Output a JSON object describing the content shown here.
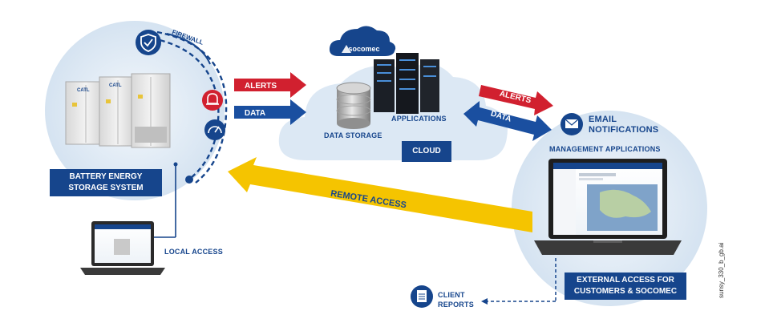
{
  "diagram": {
    "firewall_label": "FIREWALL",
    "brand": "socomec",
    "arrow_alerts_left": "ALERTS",
    "arrow_data_left": "DATA",
    "arrow_alerts_right": "ALERTS",
    "arrow_data_right": "DATA",
    "data_storage_label": "DATA STORAGE",
    "applications_label": "APPLICATIONS",
    "cloud_label": "CLOUD",
    "bess_label_line1": "BATTERY ENERGY",
    "bess_label_line2": "STORAGE SYSTEM",
    "cabinet_brand_1": "CATL",
    "cabinet_brand_2": "CATL",
    "remote_access_label": "REMOTE ACCESS",
    "local_access_label": "LOCAL ACCESS",
    "email_label_line1": "EMAIL",
    "email_label_line2": "NOTIFICATIONS",
    "management_label": "MANAGEMENT APPLICATIONS",
    "external_access_line1": "EXTERNAL ACCESS FOR",
    "external_access_line2": "CUSTOMERS & SOCOMEC",
    "client_reports_line1": "CLIENT",
    "client_reports_line2": "REPORTS",
    "doc_code": "sunsy_330_b_gb.ai"
  },
  "colors": {
    "navy": "#16458c",
    "alert_red": "#d1202f",
    "data_blue": "#1a4fa0",
    "yellow": "#f5c400",
    "cloud_light": "#dce8f4",
    "circle_bg": "#e9f0f8"
  },
  "icons": [
    "shield-check-icon",
    "alarm-bell-icon",
    "speedometer-icon",
    "database-icon",
    "server-rack-icon",
    "envelope-icon",
    "report-document-icon",
    "laptop-icon",
    "cloud-icon"
  ]
}
